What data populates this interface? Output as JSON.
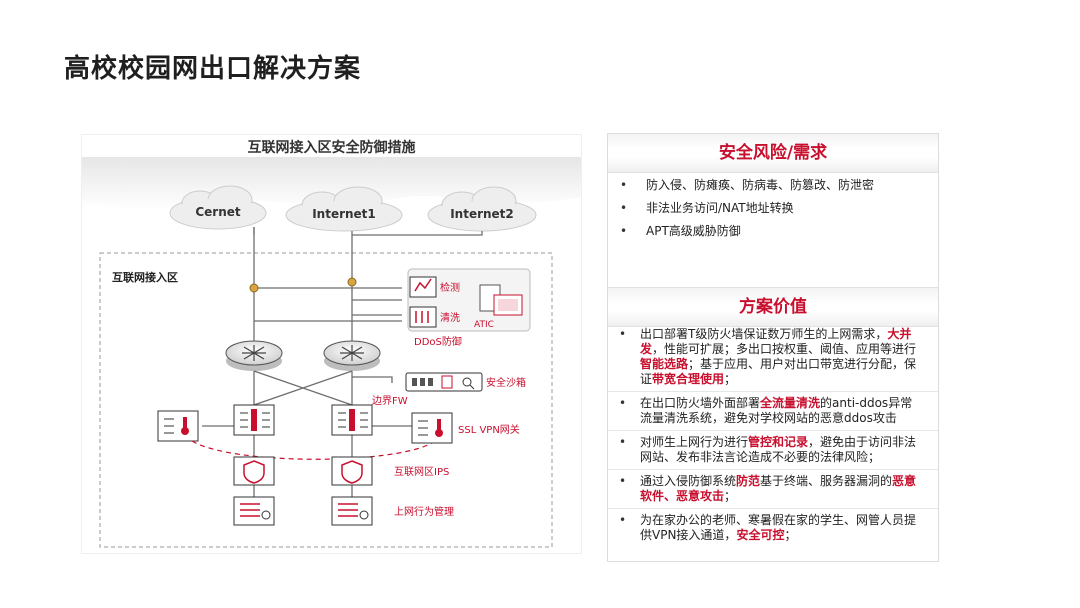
{
  "page": {
    "title": "高校校园网出口解决方案"
  },
  "diagram": {
    "title": "互联网接入区安全防御措施",
    "clouds": [
      "Cernet",
      "Internet1",
      "Internet2"
    ],
    "zone_label": "互联网接入区",
    "labels": {
      "detect": "检测",
      "clean": "清洗",
      "ddos": "DDoS防御",
      "atic": "ATIC",
      "sandbox": "安全沙箱",
      "border_fw": "边界FW",
      "ssl_vpn": "SSL VPN网关",
      "ips": "互联网区IPS",
      "behavior": "上网行为管理"
    },
    "colors": {
      "accent": "#c8102e",
      "line": "#8a8a8a",
      "device": "#333333"
    }
  },
  "info": {
    "risk_title": "安全风险/需求",
    "risks": [
      "防入侵、防瘫痪、防病毒、防篡改、防泄密",
      "非法业务访问/NAT地址转换",
      "APT高级威胁防御"
    ],
    "value_title": "方案价值",
    "values": [
      {
        "p1": "出口部署T级防火墙保证数万师生的上网需求，",
        "h1": "大并发",
        "p2": "，性能可扩展；多出口按权重、阈值、应用等进行",
        "h2": "智能选路",
        "p3": "；基于应用、用户对出口带宽进行分配，保证",
        "h3": "带宽合理使用",
        "p4": "；"
      },
      {
        "p1": "在出口防火墙外面部署",
        "h1": "全流量清洗",
        "p2": "的anti-ddos异常流量清洗系统，避免对学校网站的恶意ddos攻击",
        "h2": "",
        "p3": "",
        "h3": "",
        "p4": ""
      },
      {
        "p1": "对师生上网行为进行",
        "h1": "管控和记录",
        "p2": "，避免由于访问非法网站、发布非法言论造成不必要的法律风险；",
        "h2": "",
        "p3": "",
        "h3": "",
        "p4": ""
      },
      {
        "p1": "通过入侵防御系统",
        "h1": "防范",
        "p2": "基于终端、服务器漏洞的",
        "h2": "恶意软件、恶意攻击",
        "p3": "；",
        "h3": "",
        "p4": ""
      },
      {
        "p1": "为在家办公的老师、寒暑假在家的学生、网管人员提供VPN接入通道，",
        "h1": "安全可控",
        "p2": "；",
        "h2": "",
        "p3": "",
        "h3": "",
        "p4": ""
      }
    ]
  }
}
